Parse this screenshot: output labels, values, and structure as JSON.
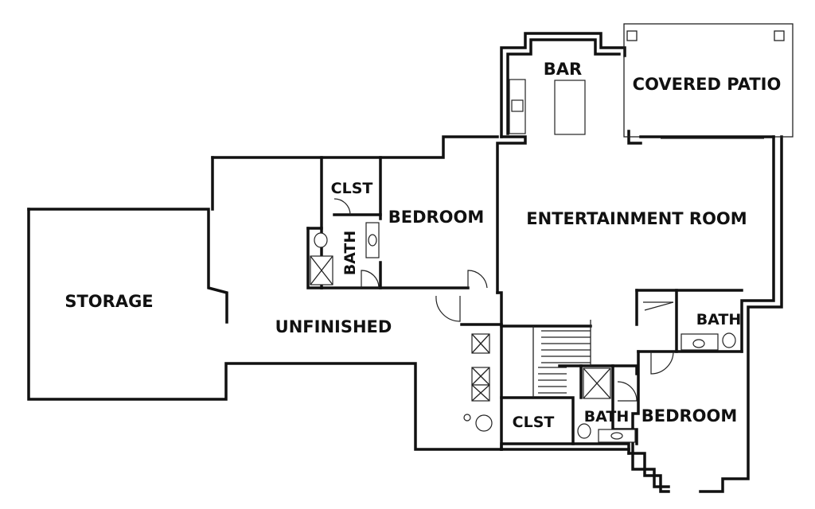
{
  "rooms": {
    "bar": "BAR",
    "covered_patio": "COVERED PATIO",
    "clst_upper": "CLST",
    "bedroom_upper": "BEDROOM",
    "entertainment_room": "ENTERTAINMENT ROOM",
    "bath_upper_left": "BATH",
    "storage": "STORAGE",
    "unfinished": "UNFINISHED",
    "bath_right": "BATH",
    "clst_lower": "CLST",
    "bath_lower": "BATH",
    "bedroom_lower": "BEDROOM"
  }
}
